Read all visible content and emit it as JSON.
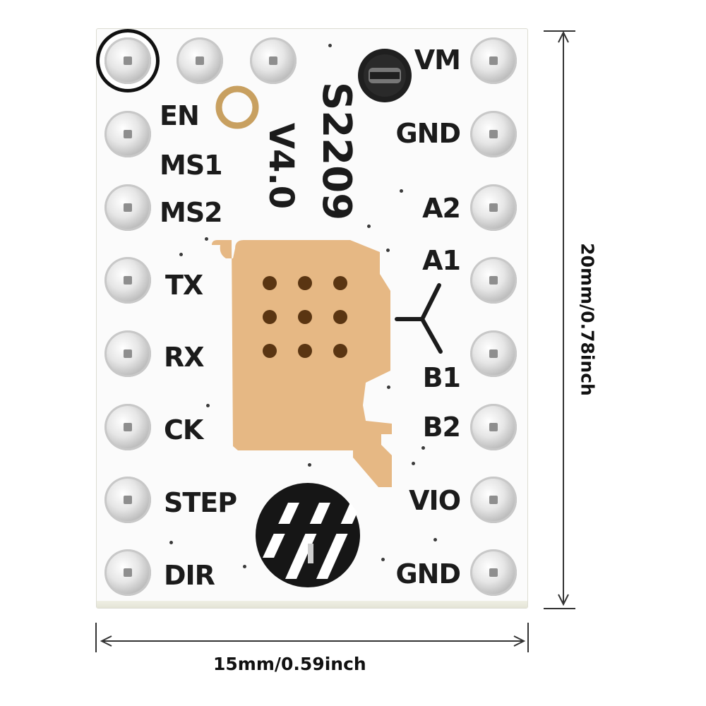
{
  "board": {
    "model": "S2209",
    "version": "V4.0",
    "left_pins": [
      "EN",
      "MS1",
      "MS2",
      "TX",
      "RX",
      "CK",
      "STEP",
      "DIR"
    ],
    "right_pins": [
      "VM",
      "GND",
      "A2",
      "A1",
      "B1",
      "B2",
      "VIO",
      "GND"
    ]
  },
  "dimensions": {
    "height_label": "20mm/0.78inch",
    "width_label": "15mm/0.59inch"
  },
  "colors": {
    "copper_pad": "#e6b884",
    "silkscreen": "#1b1b1b",
    "board": "#fbfbfb"
  }
}
